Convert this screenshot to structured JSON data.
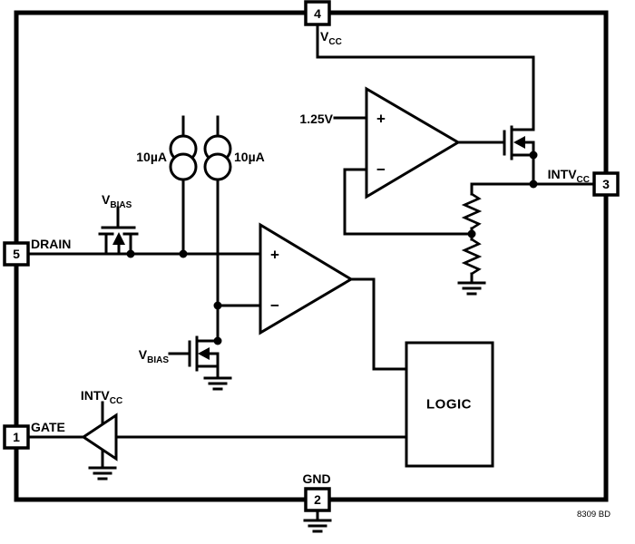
{
  "diagram": {
    "ref_code": "8309 BD",
    "pins": [
      {
        "number": "4",
        "label_main": "V",
        "label_sub": "CC",
        "position": "top"
      },
      {
        "number": "3",
        "label_main": "INTV",
        "label_sub": "CC",
        "position": "right"
      },
      {
        "number": "5",
        "label_main": "DRAIN",
        "label_sub": "",
        "position": "left"
      },
      {
        "number": "1",
        "label_main": "GATE",
        "label_sub": "",
        "position": "left"
      },
      {
        "number": "2",
        "label_main": "GND",
        "label_sub": "",
        "position": "bottom"
      }
    ],
    "components": {
      "current_source_1": {
        "label": "10µA"
      },
      "current_source_2": {
        "label": "10µA"
      },
      "mosfet_m1": {
        "gate_label_main": "V",
        "gate_label_sub": "BIAS"
      },
      "mosfet_m2": {
        "gate_label_main": "V",
        "gate_label_sub": "BIAS"
      },
      "reference": {
        "label": "1.25V"
      },
      "comparator_main": {
        "plus": "+",
        "minus": "−"
      },
      "comparator_ref": {
        "plus": "+",
        "minus": "−"
      },
      "logic_block": {
        "label": "LOGIC"
      },
      "gate_driver": {
        "supply_label_main": "INTV",
        "supply_label_sub": "CC"
      }
    }
  }
}
